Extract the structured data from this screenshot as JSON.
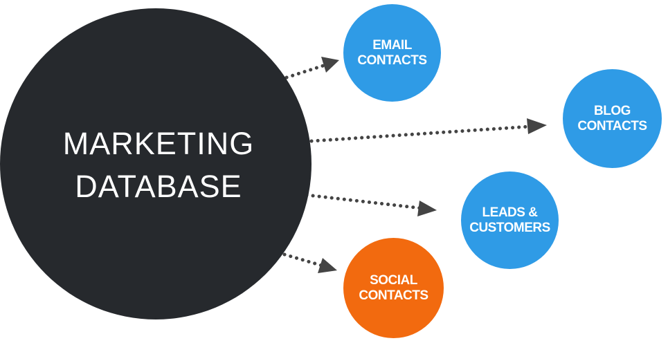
{
  "central": {
    "line1": "MARKETING",
    "line2": "DATABASE",
    "color": "#26292d"
  },
  "nodes": {
    "email": {
      "line1": "EMAIL",
      "line2": "CONTACTS",
      "color": "#2f9be6"
    },
    "blog": {
      "line1": "BLOG",
      "line2": "CONTACTS",
      "color": "#2f9be6"
    },
    "leads": {
      "line1": "LEADS &",
      "line2": "CUSTOMERS",
      "color": "#2f9be6"
    },
    "social": {
      "line1": "SOCIAL",
      "line2": "CONTACTS",
      "color": "#f26a0f"
    }
  },
  "arrow_color": "#444444"
}
